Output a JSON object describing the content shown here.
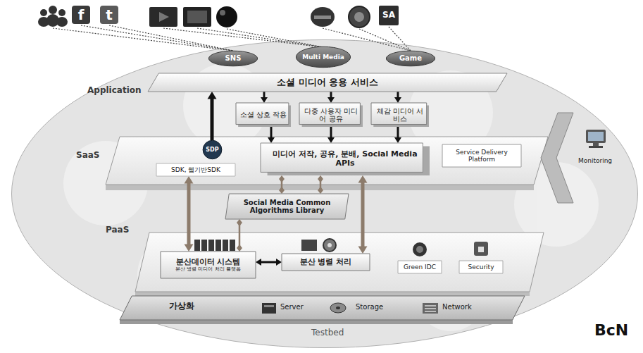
{
  "diagram": {
    "nodes": [
      {
        "text": [
          "Testbed",
          "BcN"
        ]
      },
      {
        "text": [
          "SNS"
        ],
        "in": 0
      },
      {
        "text": [
          "Multi Media"
        ],
        "in": 0
      },
      {
        "text": [
          "Game"
        ],
        "in": 0
      },
      {
        "text": [
          "소셜 미디어 응용 서비스"
        ],
        "in": 0
      },
      {
        "text": [
          "소셜 상호 작용"
        ],
        "in": 0
      },
      {
        "text": [
          "다중 사용자 미디어 공유"
        ],
        "in": 0
      },
      {
        "text": [
          "체감 미디어 서비스"
        ],
        "in": 0
      },
      {
        "text": [
          "SDP"
        ],
        "in": 0
      },
      {
        "text": [
          "SDK, 웹기반SDK"
        ],
        "in": 0
      },
      {
        "text": [
          "미디어 저작, 공유, 분배, Social Media APIs"
        ],
        "in": 0
      },
      {
        "text": [
          "Service Delivery Platform"
        ],
        "in": 0
      },
      {
        "text": [
          "Social Media Common Algorithms Library"
        ],
        "in": 0
      },
      {
        "text": [
          "분산데이터 시스템",
          "분산 병렬 미디어 처리 플랫폼"
        ],
        "in": 0
      },
      {
        "text": [
          "분산 병렬 처리"
        ],
        "in": 0
      },
      {
        "text": [
          "Green IDC"
        ],
        "in": 0
      },
      {
        "text": [
          "Security"
        ],
        "in": 0
      },
      {
        "text": [
          "가상화",
          "Server",
          "Storage",
          "Network"
        ],
        "in": 0
      }
    ],
    "edges": [
      {
        "from": 4,
        "to": 5,
        "arrow": "to"
      },
      {
        "from": 4,
        "to": 6,
        "arrow": "to"
      },
      {
        "from": 4,
        "to": 7,
        "arrow": "to"
      },
      {
        "from": 5,
        "to": 10,
        "arrow": "to"
      },
      {
        "from": 6,
        "to": 10,
        "arrow": "to"
      },
      {
        "from": 7,
        "to": 10,
        "arrow": "to"
      },
      {
        "from": 8,
        "to": 4,
        "arrow": "to"
      },
      {
        "from": 9,
        "to": 13,
        "arrow": "both"
      },
      {
        "from": 10,
        "to": 14,
        "arrow": "both"
      },
      {
        "from": 10,
        "to": 12,
        "arrow": "both"
      },
      {
        "from": 10,
        "to": 12,
        "arrow": "both"
      },
      {
        "from": 12,
        "to": 13,
        "arrow": "both"
      },
      {
        "from": 13,
        "to": 14,
        "arrow": "both"
      }
    ],
    "labels": [
      "f",
      "t",
      "SA",
      "Application",
      "SaaS",
      "PaaS",
      "Monitoring"
    ]
  }
}
